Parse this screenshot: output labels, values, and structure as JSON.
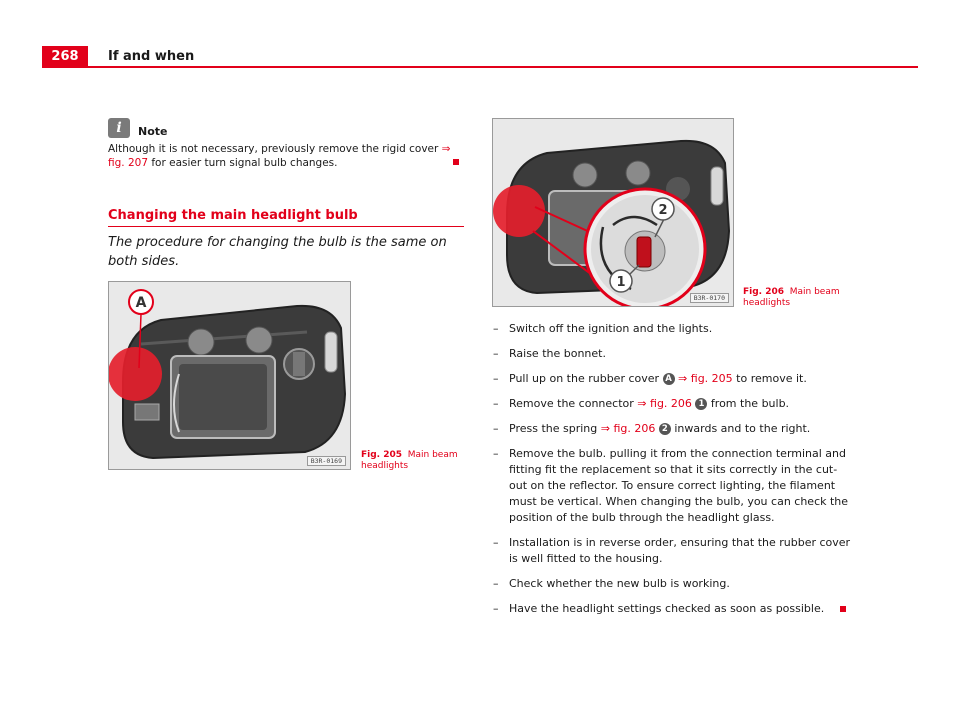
{
  "header": {
    "page_number": "268",
    "title": "If and when"
  },
  "note": {
    "title": "Note",
    "text_before": "Although it is not necessary, previously remove the rigid cover ",
    "ref": "⇒ fig. 207",
    "text_after": " for easier turn signal bulb changes."
  },
  "section": {
    "title": "Changing the main headlight bulb",
    "intro": "The procedure for changing the bulb is the same on both sides."
  },
  "figures": [
    {
      "number": "Fig. 205",
      "caption": "Main beam headlights",
      "code": "B3R-0169",
      "callouts": [
        "A"
      ]
    },
    {
      "number": "Fig. 206",
      "caption": "Main beam headlights",
      "code": "B3R-0170",
      "callouts": [
        "1",
        "2"
      ]
    }
  ],
  "steps": [
    {
      "before": "Switch off the ignition and the lights."
    },
    {
      "before": "Raise the bonnet."
    },
    {
      "before": "Pull up on the rubber cover ",
      "label": "A",
      "ref": "⇒ fig. 205",
      "after": " to remove it."
    },
    {
      "before": "Remove the connector ",
      "ref": "⇒ fig. 206",
      "label": "1",
      "after": " from the bulb."
    },
    {
      "before": "Press the spring ",
      "ref": "⇒ fig. 206",
      "label": "2",
      "after": " inwards and to the right."
    },
    {
      "before": "Remove the bulb. pulling it from the connection terminal and fitting fit the replacement so that it sits correctly in the cut-out on the reflector. To ensure correct lighting, the filament must be vertical. When changing the bulb, you can check the position of the bulb through the headlight glass."
    },
    {
      "before": "Installation is in reverse order, ensuring that the rubber cover is well fitted to the housing."
    },
    {
      "before": "Check whether the new bulb is working."
    },
    {
      "before": "Have the headlight settings checked as soon as possible."
    }
  ],
  "icons": {
    "note": "info-icon"
  },
  "colors": {
    "accent": "#e2001a",
    "figure_bg": "#e9e9e9",
    "housing": "#3b3b3b"
  }
}
